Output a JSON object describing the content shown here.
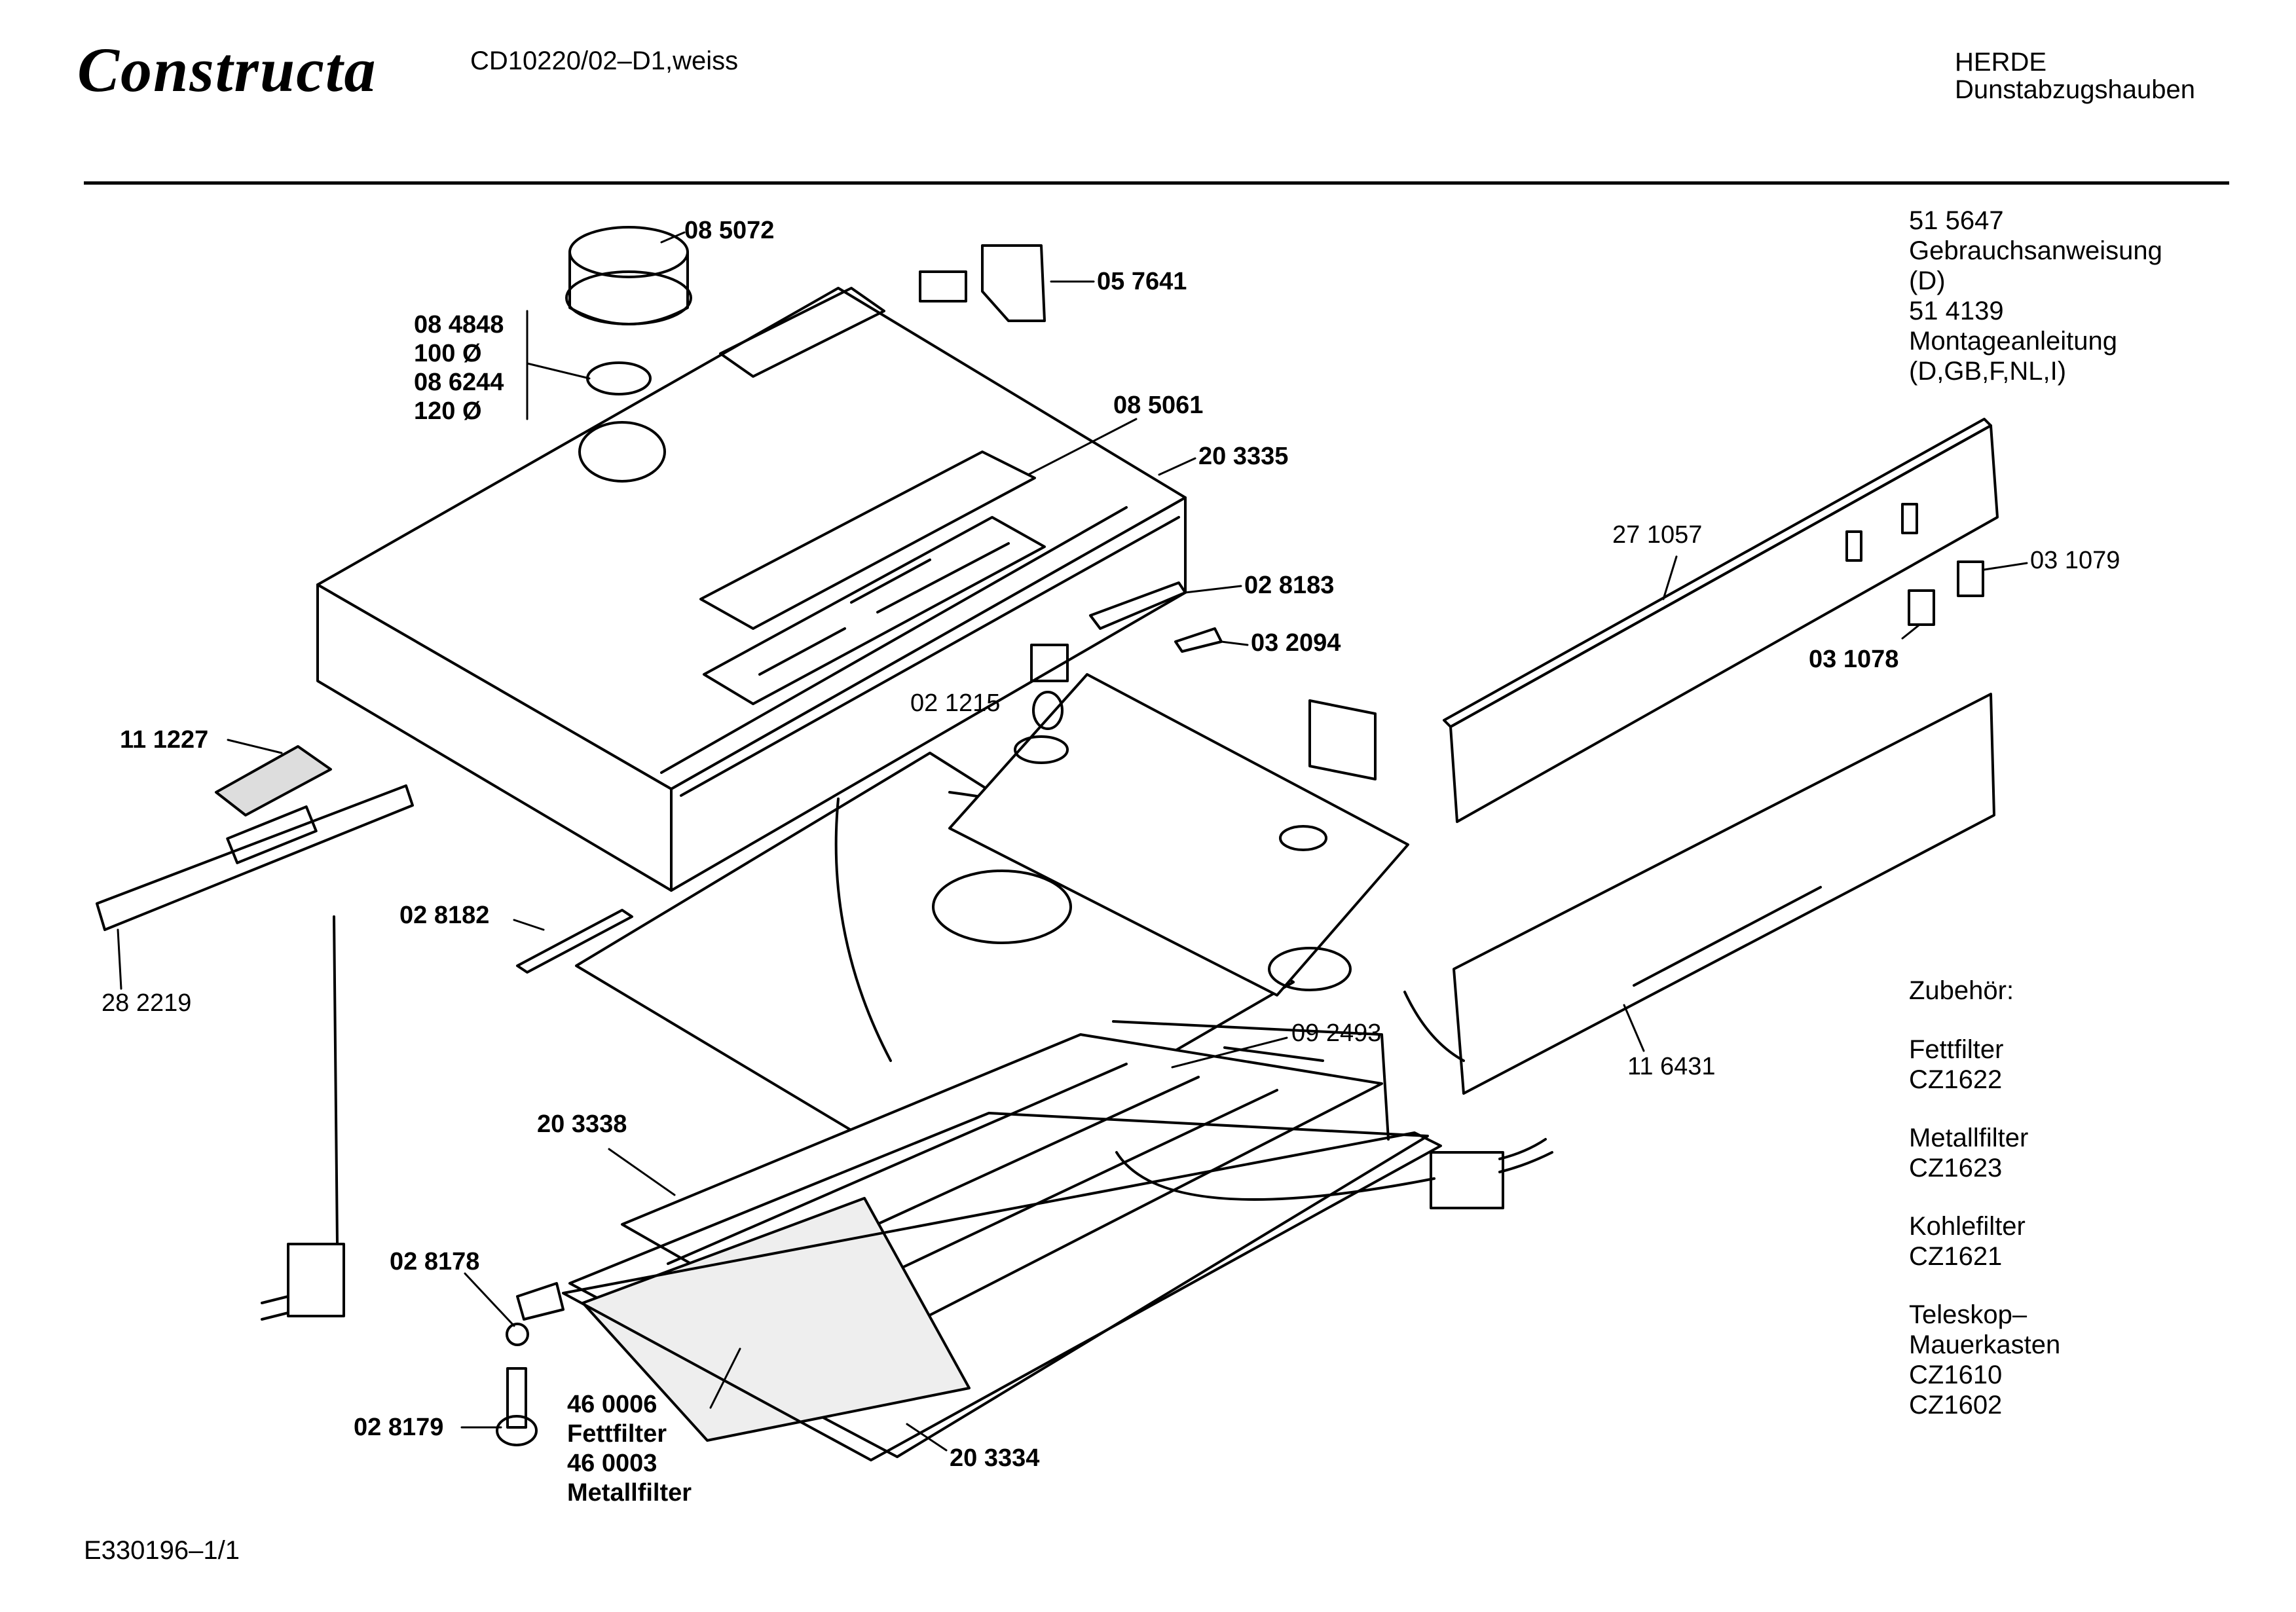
{
  "header": {
    "brand": "Constructa",
    "model": "CD10220/02–D1,weiss",
    "category_line1": "HERDE",
    "category_line2": "Dunstabzugshauben"
  },
  "docs": [
    "51 5647",
    "Gebrauchsanweisung",
    "(D)",
    "51 4139",
    "Montageanleitung",
    "(D,GB,F,NL,I)"
  ],
  "parts": {
    "p085072": "08 5072",
    "p057641": "05 7641",
    "p084848": "08 4848",
    "d100": "100 Ø",
    "p086244": "08 6244",
    "d120": "120 Ø",
    "p085061": "08 5061",
    "p203335": "20 3335",
    "p028183": "02 8183",
    "p032094": "03 2094",
    "p021215": "02 1215",
    "p111227": "11 1227",
    "p282219": "28 2219",
    "p028182": "02 8182",
    "p271057": "27 1057",
    "p031079": "03 1079",
    "p031078": "03 1078",
    "p092493": "09 2493",
    "p116431": "11 6431",
    "p203338": "20 3338",
    "p028178": "02 8178",
    "p028179": "02 8179",
    "p460006": "46 0006",
    "fettfilter": "Fettfilter",
    "p460003": "46 0003",
    "metallfilter": "Metallfilter",
    "p203334": "20 3334"
  },
  "accessories": {
    "heading": "Zubehör:",
    "items": [
      "Fettfilter",
      "CZ1622",
      "Metallfilter",
      "CZ1623",
      "Kohlefilter",
      "CZ1621",
      "Teleskop–",
      "Mauerkasten",
      "CZ1610",
      "CZ1602"
    ]
  },
  "footer": {
    "drawing_id": "E330196–1/1"
  }
}
